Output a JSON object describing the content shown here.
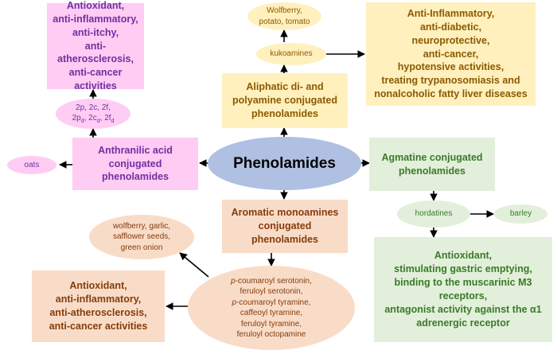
{
  "colors": {
    "pink_fill": "#FFCCF4",
    "pink_text": "#7030A0",
    "yellow_fill": "#FFF0BE",
    "yellow_text": "#8C5A00",
    "peach_fill": "#F9DCC8",
    "peach_text": "#843C0C",
    "green_fill": "#E2EFDA",
    "green_text": "#3A7A2A",
    "center_fill": "#AFC0E2",
    "arrow": "#000000"
  },
  "center": {
    "label": "Phenolamides"
  },
  "anthranilic": {
    "label_lines": [
      "Anthranilic acid",
      "conjugated",
      "phenolamides"
    ],
    "compounds_line1": "2p, 2c, 2f,",
    "compounds_line2": [
      {
        "base": "2p",
        "sub": "d"
      },
      {
        "base": "2c",
        "sub": "d"
      },
      {
        "base": "2f",
        "sub": "d"
      }
    ],
    "source": "oats",
    "activities_lines": [
      "Antioxidant,",
      "anti-inflammatory,",
      "anti-itchy,",
      "anti-atherosclerosis,",
      "anti-cancer activities"
    ]
  },
  "aliphatic": {
    "label_lines": [
      "Aliphatic di- and",
      "polyamine conjugated",
      "phenolamides"
    ],
    "compound": "kukoamines",
    "source_lines": [
      "Wolfberry,",
      "potato, tomato"
    ],
    "activities_lines": [
      "Anti-Inflammatory,",
      "anti-diabetic,",
      "neuroprotective,",
      "anti-cancer,",
      "hypotensive activities,",
      "treating trypanosomiasis and",
      "nonalcoholic fatty liver diseases"
    ]
  },
  "agmatine": {
    "label_lines": [
      "Agmatine conjugated",
      "phenolamides"
    ],
    "compound": "hordatines",
    "source": "barley",
    "activities_lines": [
      "Antioxidant,",
      "stimulating gastric emptying,",
      "binding to the muscarinic M3",
      "receptors,",
      "antagonist activity against the α1",
      "adrenergic receptor"
    ]
  },
  "aromatic": {
    "label_lines": [
      "Aromatic monoamines",
      "conjugated",
      "phenolamides"
    ],
    "compounds": [
      {
        "prefix": "p",
        "text": "-coumaroyl serotonin,"
      },
      {
        "prefix": "",
        "text": "feruloyl serotonin,"
      },
      {
        "prefix": "p",
        "text": "-coumaroyl tyramine,"
      },
      {
        "prefix": "",
        "text": "caffeoyl tyramine,"
      },
      {
        "prefix": "",
        "text": "feruloyl tyramine,"
      },
      {
        "prefix": "",
        "text": "feruloyl octopamine"
      }
    ],
    "source_lines": [
      "wolfberry, garlic,",
      "safflower seeds,",
      "green onion"
    ],
    "activities_lines": [
      "Antioxidant,",
      "anti-inflammatory,",
      "anti-atherosclerosis,",
      "anti-cancer activities"
    ]
  }
}
